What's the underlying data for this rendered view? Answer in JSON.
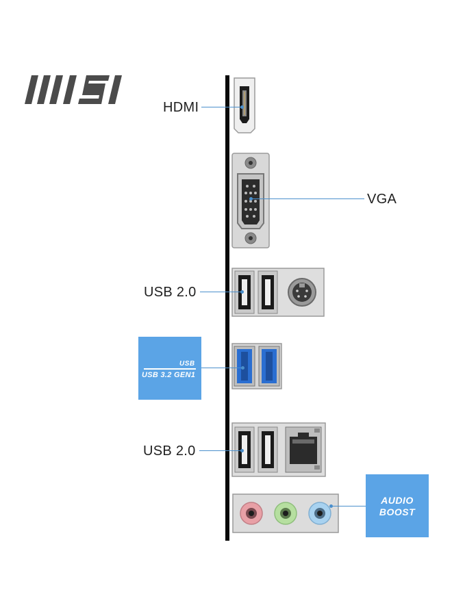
{
  "brand": {
    "logo_text": "MSI"
  },
  "ports": [
    {
      "label": "HDMI"
    },
    {
      "label": "VGA"
    },
    {
      "label": "USB 2.0"
    },
    {
      "label": "USB 2.0"
    }
  ],
  "usb_badge": {
    "small_text": "USB",
    "main_text": "USB 3.2 GEN1"
  },
  "audio_badge": {
    "line1": "AUDIO",
    "line2": "BOOST"
  },
  "colors": {
    "accent_blue": "#5ba4e6",
    "leader_line": "#4a8fcc",
    "panel_bar": "#0a0a0a",
    "audio_pink": "#e8a0a6",
    "audio_green": "#b6dfa0",
    "audio_blue": "#a8d2f0"
  }
}
